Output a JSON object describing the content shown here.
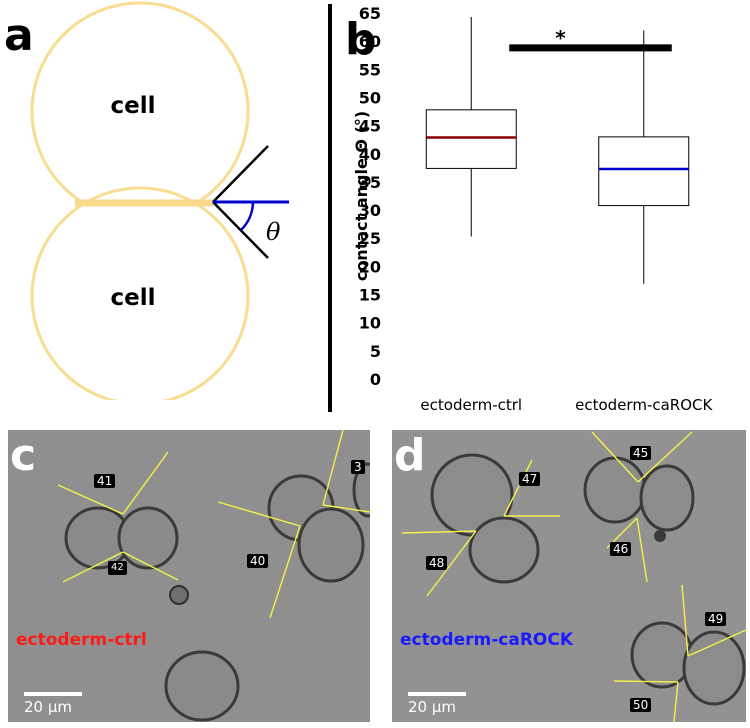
{
  "panels": {
    "a": "a",
    "b": "b",
    "c": "c",
    "d": "d"
  },
  "schematic": {
    "cell_top_label": "cell",
    "cell_bottom_label": "cell",
    "theta_symbol": "θ",
    "colors": {
      "cell_outline": "#f9dc8f",
      "interface": "#f9d98a",
      "angle_ref": "#0000cc",
      "tangent": "#000000"
    }
  },
  "chart_data": {
    "type": "box",
    "ylabel": "contact angle Θ (°)",
    "ylim": [
      0,
      65
    ],
    "yticks": [
      0,
      5,
      10,
      15,
      20,
      25,
      30,
      35,
      40,
      45,
      50,
      55,
      60,
      65
    ],
    "categories": [
      "ectoderm-ctrl",
      "ectoderm-caROCK"
    ],
    "boxes": [
      {
        "name": "ectoderm-ctrl",
        "whisker_low": 25.3,
        "q1": 37.4,
        "median": 42.9,
        "q3": 47.8,
        "whisker_high": 64.3,
        "median_color": "#8b0000"
      },
      {
        "name": "ectoderm-caROCK",
        "whisker_low": 16.9,
        "q1": 30.8,
        "median": 37.3,
        "q3": 43.0,
        "whisker_high": 61.9,
        "median_color": "#0000cc"
      }
    ],
    "significance": {
      "label": "*",
      "between": [
        "ectoderm-ctrl",
        "ectoderm-caROCK"
      ],
      "level": 58.8
    }
  },
  "micrographs": {
    "c": {
      "condition": "ectoderm-ctrl",
      "condition_color": "#ff1a1a",
      "scale_label": "20 µm",
      "angles": [
        "41",
        "42",
        "40",
        "3"
      ]
    },
    "d": {
      "condition": "ectoderm-caROCK",
      "condition_color": "#1a1aff",
      "scale_label": "20 µm",
      "angles": [
        "47",
        "48",
        "45",
        "46",
        "49",
        "50"
      ]
    }
  }
}
